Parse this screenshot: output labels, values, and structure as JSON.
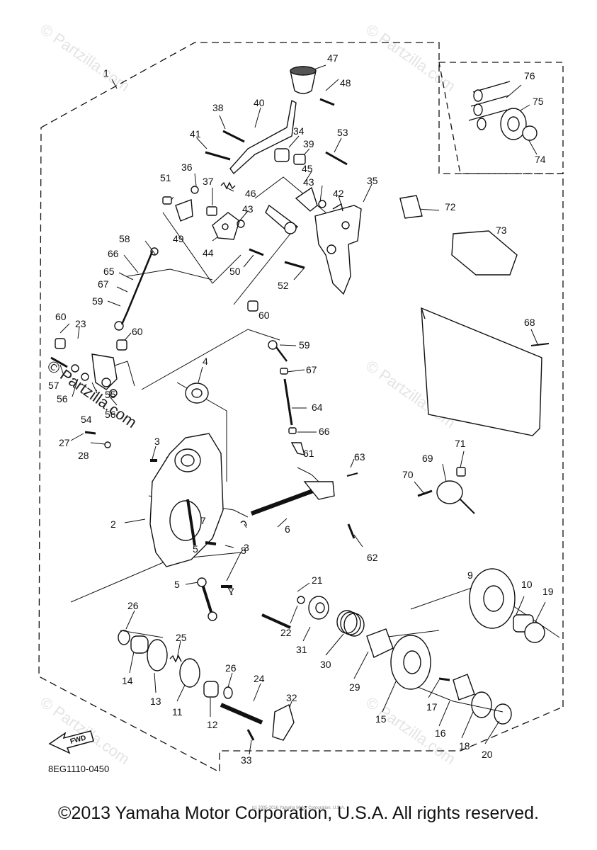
{
  "labels": [
    {
      "id": "1",
      "text": "1"
    },
    {
      "id": "2",
      "text": "2"
    },
    {
      "id": "3a",
      "text": "3"
    },
    {
      "id": "3b",
      "text": "3"
    },
    {
      "id": "4",
      "text": "4"
    },
    {
      "id": "5a",
      "text": "5"
    },
    {
      "id": "5b",
      "text": "5"
    },
    {
      "id": "6",
      "text": "6"
    },
    {
      "id": "7a",
      "text": "7"
    },
    {
      "id": "7b",
      "text": "7"
    },
    {
      "id": "8",
      "text": "8"
    },
    {
      "id": "9",
      "text": "9"
    },
    {
      "id": "10",
      "text": "10"
    },
    {
      "id": "11",
      "text": "11"
    },
    {
      "id": "12",
      "text": "12"
    },
    {
      "id": "13",
      "text": "13"
    },
    {
      "id": "14",
      "text": "14"
    },
    {
      "id": "15",
      "text": "15"
    },
    {
      "id": "16",
      "text": "16"
    },
    {
      "id": "17",
      "text": "17"
    },
    {
      "id": "18",
      "text": "18"
    },
    {
      "id": "19",
      "text": "19"
    },
    {
      "id": "20",
      "text": "20"
    },
    {
      "id": "21",
      "text": "21"
    },
    {
      "id": "22",
      "text": "22"
    },
    {
      "id": "23",
      "text": "23"
    },
    {
      "id": "24",
      "text": "24"
    },
    {
      "id": "25",
      "text": "25"
    },
    {
      "id": "26a",
      "text": "26"
    },
    {
      "id": "26b",
      "text": "26"
    },
    {
      "id": "27",
      "text": "27"
    },
    {
      "id": "28",
      "text": "28"
    },
    {
      "id": "29",
      "text": "29"
    },
    {
      "id": "30",
      "text": "30"
    },
    {
      "id": "31",
      "text": "31"
    },
    {
      "id": "32",
      "text": "32"
    },
    {
      "id": "33",
      "text": "33"
    },
    {
      "id": "34",
      "text": "34"
    },
    {
      "id": "35",
      "text": "35"
    },
    {
      "id": "36",
      "text": "36"
    },
    {
      "id": "37",
      "text": "37"
    },
    {
      "id": "38",
      "text": "38"
    },
    {
      "id": "39",
      "text": "39"
    },
    {
      "id": "40",
      "text": "40"
    },
    {
      "id": "41",
      "text": "41"
    },
    {
      "id": "42",
      "text": "42"
    },
    {
      "id": "43a",
      "text": "43"
    },
    {
      "id": "43b",
      "text": "43"
    },
    {
      "id": "44",
      "text": "44"
    },
    {
      "id": "45",
      "text": "45"
    },
    {
      "id": "46",
      "text": "46"
    },
    {
      "id": "47",
      "text": "47"
    },
    {
      "id": "48",
      "text": "48"
    },
    {
      "id": "49",
      "text": "49"
    },
    {
      "id": "50",
      "text": "50"
    },
    {
      "id": "51",
      "text": "51"
    },
    {
      "id": "52",
      "text": "52"
    },
    {
      "id": "53",
      "text": "53"
    },
    {
      "id": "54",
      "text": "54"
    },
    {
      "id": "55",
      "text": "55"
    },
    {
      "id": "56a",
      "text": "56"
    },
    {
      "id": "56b",
      "text": "56"
    },
    {
      "id": "57",
      "text": "57"
    },
    {
      "id": "58",
      "text": "58"
    },
    {
      "id": "59a",
      "text": "59"
    },
    {
      "id": "59b",
      "text": "59"
    },
    {
      "id": "60a",
      "text": "60"
    },
    {
      "id": "60b",
      "text": "60"
    },
    {
      "id": "60c",
      "text": "60"
    },
    {
      "id": "61",
      "text": "61"
    },
    {
      "id": "62",
      "text": "62"
    },
    {
      "id": "63",
      "text": "63"
    },
    {
      "id": "64",
      "text": "64"
    },
    {
      "id": "65",
      "text": "65"
    },
    {
      "id": "66a",
      "text": "66"
    },
    {
      "id": "66b",
      "text": "66"
    },
    {
      "id": "67a",
      "text": "67"
    },
    {
      "id": "67b",
      "text": "67"
    },
    {
      "id": "68",
      "text": "68"
    },
    {
      "id": "69",
      "text": "69"
    },
    {
      "id": "70",
      "text": "70"
    },
    {
      "id": "71",
      "text": "71"
    },
    {
      "id": "72",
      "text": "72"
    },
    {
      "id": "73",
      "text": "73"
    },
    {
      "id": "74",
      "text": "74"
    },
    {
      "id": "75",
      "text": "75"
    },
    {
      "id": "76",
      "text": "76"
    }
  ],
  "watermark": "© Partzilla.com",
  "fwd_label": "FWD",
  "diagram_code": "8EG1110-0450",
  "copyright": "©2013 Yamaha Motor Corporation, U.S.A. All rights reserved.",
  "small_copyright": "(c) 2005-2016 Yamaha Motor Corporation, U.S.A.",
  "colors": {
    "line": "#111111",
    "watermark": "#e4e4e4",
    "background": "#ffffff"
  }
}
